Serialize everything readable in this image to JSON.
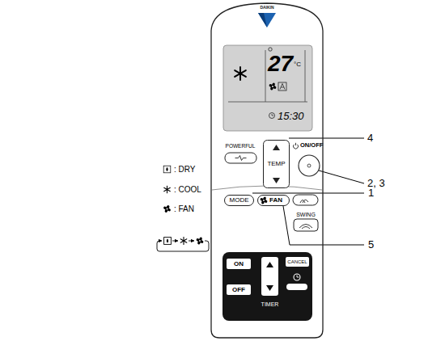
{
  "diagram": {
    "nodes": [
      {
        "text": [
          "DAIKIN"
        ]
      },
      {
        "text": [
          "27",
          "°C",
          "15:30"
        ],
        "in": 0
      },
      {
        "text": [
          "POWERFUL"
        ],
        "in": 0
      },
      {
        "text": [
          "TEMP"
        ],
        "in": 0
      },
      {
        "text": [
          "ON/OFF"
        ],
        "in": 0
      },
      {
        "text": [
          "MODE"
        ],
        "in": 0
      },
      {
        "text": [
          "FAN"
        ],
        "in": 0
      },
      {
        "text": [
          "SWING"
        ],
        "in": 0
      },
      {
        "text": [
          "TIMER"
        ],
        "in": 0
      },
      {
        "text": [
          "ON"
        ],
        "in": 8
      },
      {
        "text": [
          "OFF"
        ],
        "in": 8
      },
      {
        "text": [
          "CANCEL"
        ],
        "in": 8
      }
    ],
    "labels": [
      "4",
      "2, 3",
      "1",
      "5"
    ],
    "legend": [
      {
        "text": ": DRY"
      },
      {
        "text": ": COOL"
      },
      {
        "text": ": FAN"
      }
    ]
  }
}
